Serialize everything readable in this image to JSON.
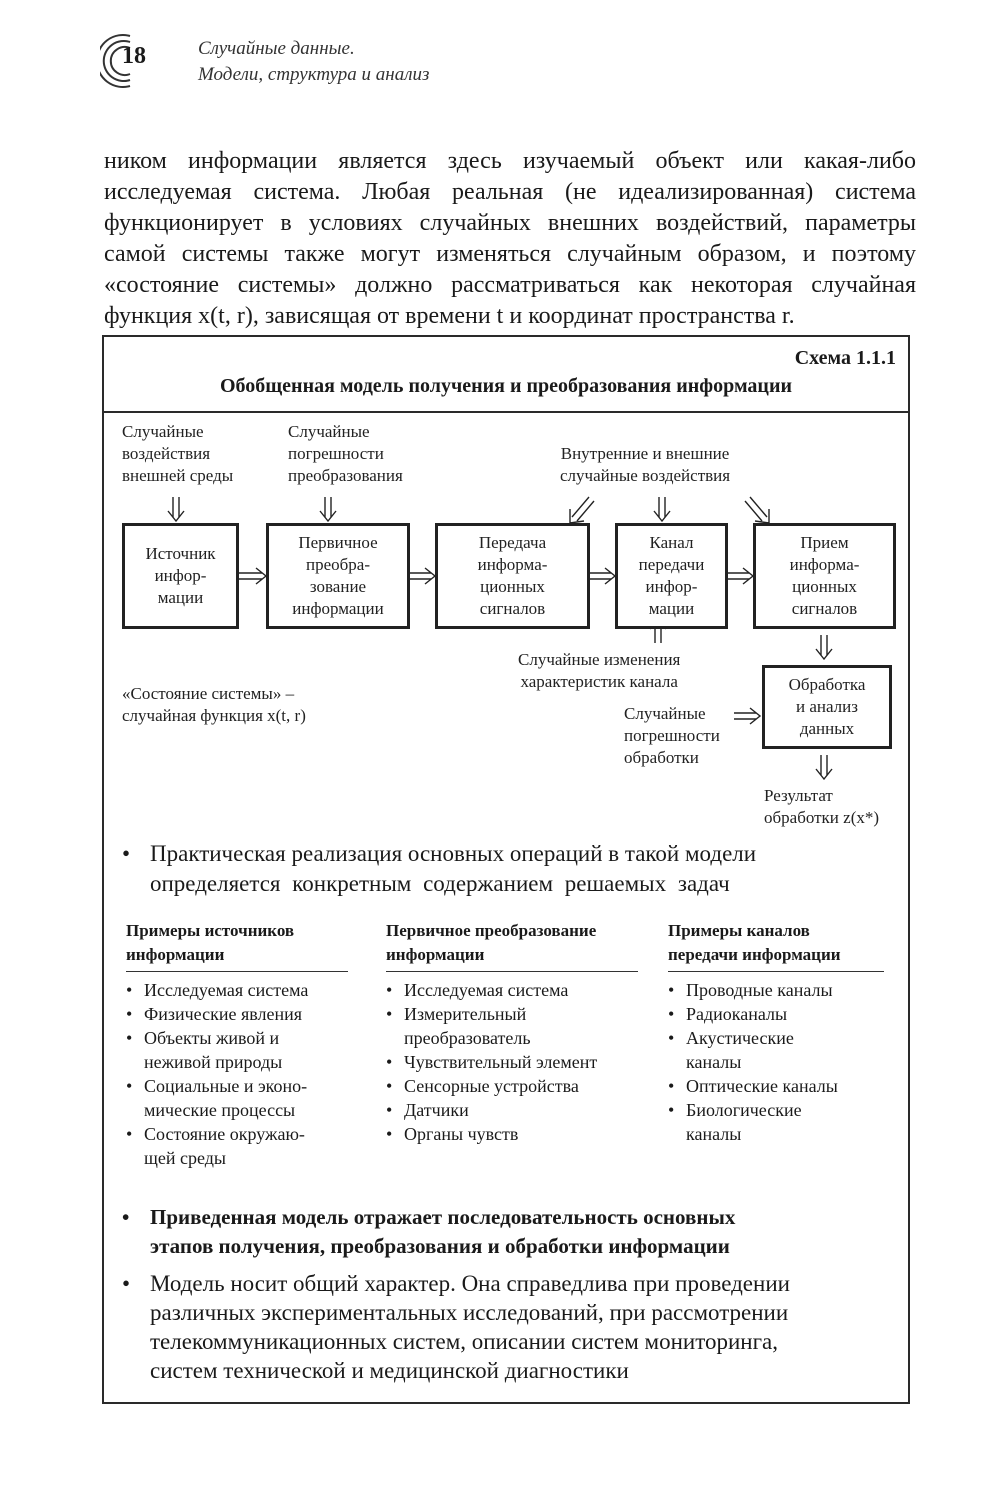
{
  "header": {
    "page_number": "18",
    "title_line1": "Случайные данные.",
    "title_line2": "Модели, структура и анализ"
  },
  "intro": {
    "text": "ником информации является здесь изучаемый объект или какая-либо исследуемая система. Любая реальная (не идеализированная) система функционирует в условиях случайных внешних воздействий, параметры самой системы также могут изменяться случайным образом, и поэтому «состояние системы» должно рассматриваться как некоторая случайная функция x(t, r), зависящая от времени t и координат пространства r."
  },
  "scheme": {
    "number": "Схема 1.1.1",
    "title": "Обобщенная модель получения и преобразования информации",
    "labels": {
      "env_effects": "Случайные\nвоздействия\nвнешней среды",
      "conv_errors": "Случайные\nпогрешности\nпреобразования",
      "int_ext": "Внутренние и внешние\nслучайные воздействия",
      "state": "«Состояние системы» –\nслучайная функция x(t, r)",
      "channel_changes": "Случайные изменения\nхарактеристик канала",
      "proc_errors": "Случайные\nпогрешности\nобработки",
      "result": "Результат\nобработки z(x*)"
    },
    "boxes": {
      "source": "Источник\nинфор-\nмации",
      "primary": "Первичное\nпреобра-\nзование\nинформации",
      "transmit": "Передача\nинформа-\nционных\nсигналов",
      "channel": "Канал\nпередачи\nинфор-\nмации",
      "receive": "Прием\nинформа-\nционных\nсигналов",
      "process": "Обработка\nи анализ\nданных"
    },
    "bullet1_line1": "Практическая реализация основных операций в такой модели",
    "bullet1_line2": "определяется конкретным содержанием решаемых задач",
    "columns": [
      {
        "heading": "Примеры источников\nинформации",
        "items": [
          "Исследуемая система",
          "Физические явления",
          "Объекты живой и\nнеживой природы",
          "Социальные и эконо-\nмические процессы",
          "Состояние окружаю-\nщей среды"
        ]
      },
      {
        "heading": "Первичное преобразование\nинформации",
        "items": [
          "Исследуемая система",
          "Измерительный\nпреобразователь",
          "Чувствительный элемент",
          "Сенсорные устройства",
          "Датчики",
          "Органы чувств"
        ]
      },
      {
        "heading": "Примеры каналов\nпередачи информации",
        "items": [
          "Проводные каналы",
          "Радиоканалы",
          "Акустические\nканалы",
          "Оптические каналы",
          "Биологические\nканалы"
        ]
      }
    ],
    "bullet2_line1": "Приведенная модель отражает последовательность основных",
    "bullet2_line2": "этапов получения, преобразования и обработки информации",
    "bullet3_lines": [
      "Модель носит общий характер. Она справедлива при проведении",
      "различных экспериментальных исследований, при рассмотрении",
      "телекоммуникационных систем, описании систем мониторинга,",
      "систем технической и медицинской диагностики"
    ]
  }
}
